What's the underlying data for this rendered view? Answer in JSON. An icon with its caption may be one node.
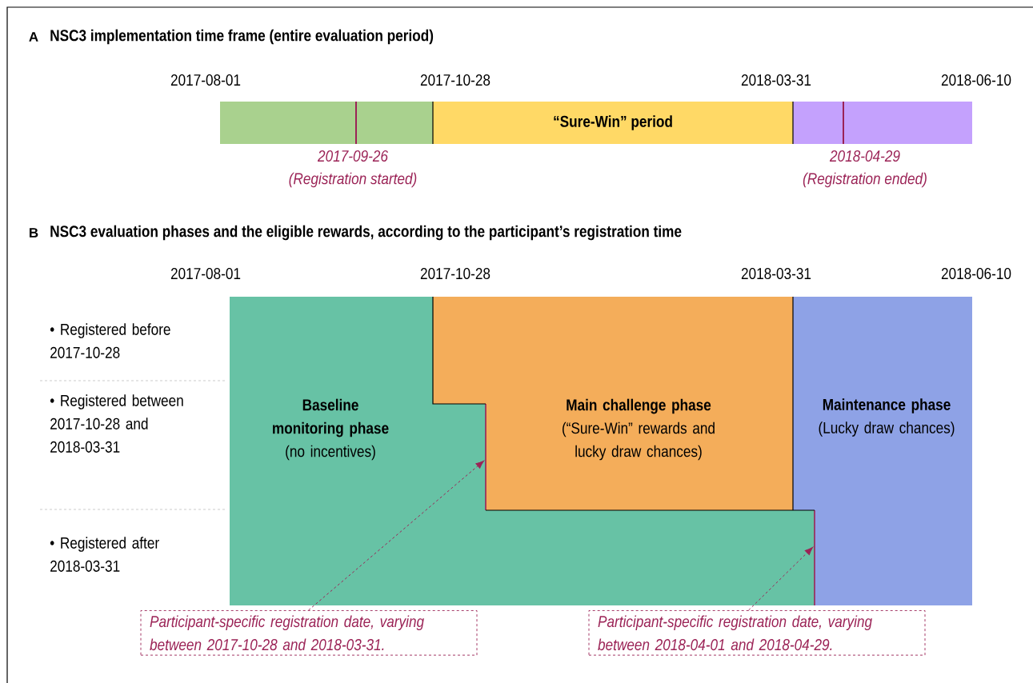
{
  "diagram": {
    "nodes": [
      {
        "text": [],
        "shape": "bar"
      },
      {
        "text": [
          "“Sure-Win” period"
        ]
      },
      {
        "text": [],
        "shape": "bar"
      },
      {
        "text": [
          "Baseline monitoring phase",
          "(no incentives)"
        ]
      },
      {
        "text": [
          "Main challenge phase",
          "(“Sure-Win” rewards and lucky draw chances)"
        ]
      },
      {
        "text": [
          "Maintenance phase",
          "(Lucky draw chances)"
        ]
      },
      {
        "text": [
          "Participant-specific registration date, varying between 2017-10-28 and 2018-03-31."
        ]
      },
      {
        "text": [
          "Participant-specific registration date, varying between 2018-04-01 and 2018-04-29."
        ]
      },
      {
        "text": [],
        "shape": "line"
      },
      {
        "text": [],
        "shape": "line"
      }
    ],
    "edges": [
      {
        "from": 6,
        "to": 8,
        "arrow": "to",
        "style": "dashed"
      },
      {
        "from": 7,
        "to": 9,
        "arrow": "to",
        "style": "dashed"
      }
    ],
    "labels": [
      "A",
      "NSC3 implementation time frame (entire evaluation period)",
      "2017-08-01",
      "2017-10-28",
      "2018-03-31",
      "2018-06-10",
      "2017-09-26",
      "(Registration started)",
      "2018-04-29",
      "(Registration ended)",
      "B",
      "NSC3 evaluation phases and the eligible rewards, according to the participant’s registration time",
      "2017-08-01",
      "2017-10-28",
      "2018-03-31",
      "2018-06-10",
      "• Registered before 2017-10-28",
      "• Registered between 2017-10-28 and 2018-03-31",
      "• Registered after 2018-03-31"
    ]
  }
}
